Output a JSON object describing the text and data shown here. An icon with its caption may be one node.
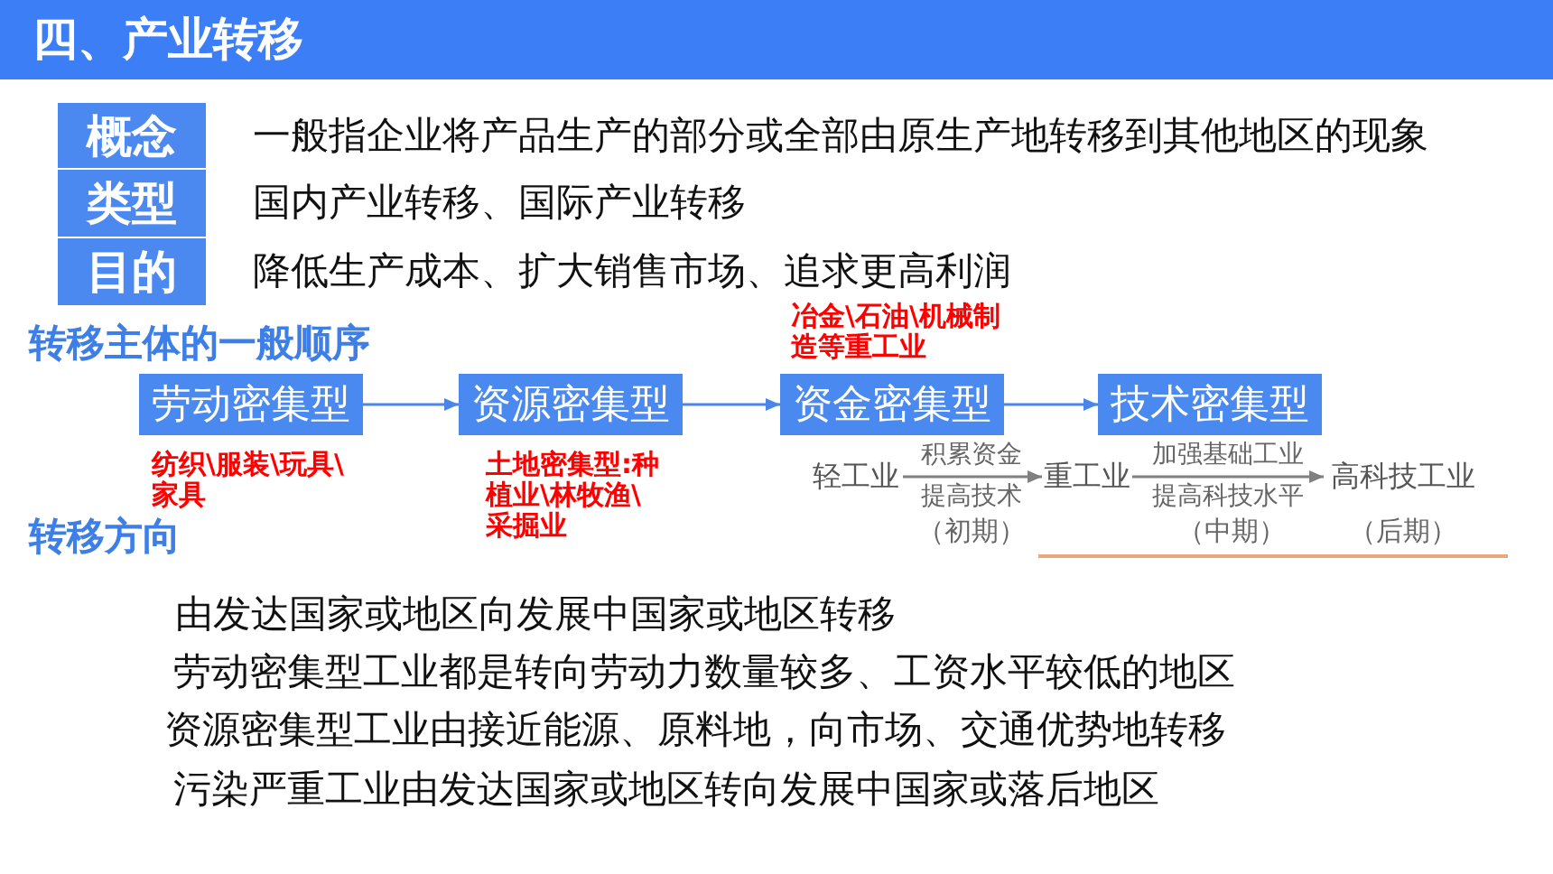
{
  "diagram": {
    "title": "四、产业转移",
    "nodes": [
      {
        "text": [
          "概念"
        ],
        "beside": [
          "一般指企业将产品生产的部分或全部由原生产地转移到其他地区的现象"
        ]
      },
      {
        "text": [
          "类型"
        ],
        "beside": [
          "国内产业转移、国际产业转移"
        ]
      },
      {
        "text": [
          "目的"
        ],
        "beside": [
          "降低生产成本、扩大销售市场、追求更高利润"
        ]
      },
      {
        "text": [
          "劳动密集型"
        ],
        "beside": [
          "纺织\\服装\\玩具\\家具"
        ]
      },
      {
        "text": [
          "资源密集型"
        ],
        "beside": [
          "土地密集型:种植业\\林牧渔\\采掘业"
        ]
      },
      {
        "text": [
          "资金密集型"
        ],
        "beside": [
          "冶金\\石油\\机械制造等重工业"
        ]
      },
      {
        "text": [
          "技术密集型"
        ]
      },
      {
        "text": [
          "轻工业"
        ]
      },
      {
        "text": [
          "重工业"
        ]
      },
      {
        "text": [
          "高科技工业"
        ]
      }
    ],
    "edges": [
      {
        "from": 3,
        "to": 4,
        "arrow": "to"
      },
      {
        "from": 4,
        "to": 5,
        "arrow": "to"
      },
      {
        "from": 5,
        "to": 6,
        "arrow": "to"
      },
      {
        "from": 7,
        "to": 8,
        "arrow": "to",
        "label": "积累资金提高技术",
        "color": "#808080"
      },
      {
        "from": 8,
        "to": 9,
        "arrow": "to",
        "label": "加强基础工业提高科技水平",
        "color": "#808080"
      }
    ],
    "labels": [
      "转移主体的一般顺序",
      "转移方向",
      "（初期）",
      "（中期）",
      "（后期）",
      "由发达国家或地区向发展中国家或地区转移",
      "劳动密集型工业都是转向劳动力数量较多、工资水平较低的地区",
      "资源密集型工业由接近能源、原料地，向市场、交通优势地转移",
      "污染严重工业由发达国家或地区转向发展中国家或落后地区"
    ]
  }
}
